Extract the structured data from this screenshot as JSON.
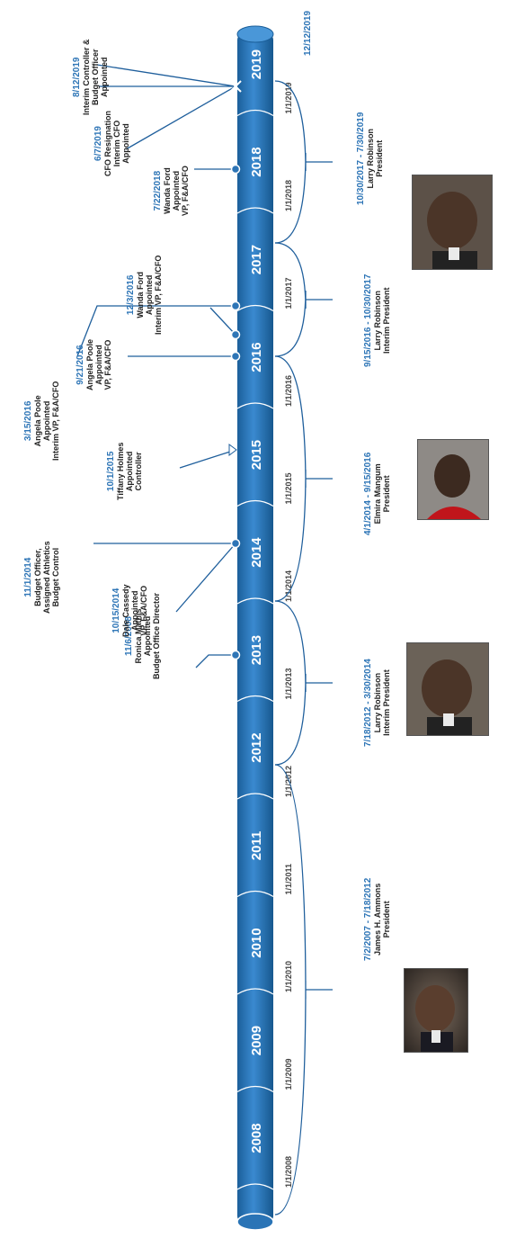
{
  "years": [
    "2008",
    "2009",
    "2010",
    "2011",
    "2012",
    "2013",
    "2014",
    "2015",
    "2016",
    "2017",
    "2018",
    "2019"
  ],
  "end_date": "12/12/2019",
  "boundary_dates": [
    "1/1/2008",
    "1/1/2009",
    "1/1/2010",
    "1/1/2011",
    "1/1/2012",
    "1/1/2013",
    "1/1/2014",
    "1/1/2015",
    "1/1/2016",
    "1/1/2017",
    "1/1/2018",
    "1/1/2019"
  ],
  "events": [
    {
      "date": "11/6/2008",
      "text": [
        "Ronica Mathis",
        "Appointed",
        "Budget Office Director"
      ]
    },
    {
      "date": "10/15/2014",
      "text": [
        "Dale Cassedy",
        "Appointed",
        "VP, F&A/CFO"
      ]
    },
    {
      "date": "11/1/2014",
      "text": [
        "Budget Officer,",
        "Assigned Athletics",
        "Budget Control"
      ]
    },
    {
      "date": "10/1/2015",
      "text": [
        "Tiffany Holmes",
        "Appointed",
        "Controller"
      ]
    },
    {
      "date": "3/15/2016",
      "text": [
        "Angela Poole",
        "Appointed",
        "Interim VP, F&A/CFO"
      ]
    },
    {
      "date": "9/21/2016",
      "text": [
        "Angela Poole",
        "Appointed",
        "VP, F&A/CFO"
      ]
    },
    {
      "date": "12/3/2016",
      "text": [
        "Wanda Ford",
        "Appointed",
        "Interim VP, F&A/CFO"
      ]
    },
    {
      "date": "7/22/2018",
      "text": [
        "Wanda Ford",
        "Appointed",
        "VP, F&A/CFO"
      ]
    },
    {
      "date": "6/7/2019",
      "text": [
        "CFO Resignation",
        "Interim CFO",
        "Appointed"
      ]
    },
    {
      "date": "8/12/2019",
      "text": [
        "Interim Controller &",
        "Budget Officer",
        "Appointed"
      ]
    }
  ],
  "presidents": [
    {
      "dates": "7/2/2007 - 7/18/2012",
      "name": "James H. Ammons",
      "role": "President"
    },
    {
      "dates": "7/18/2012 - 3/30/2014",
      "name": "Larry Robinson",
      "role": "Interim President"
    },
    {
      "dates": "4/1/2014 - 9/15/2016",
      "name": "Elmira Mangum",
      "role": "President"
    },
    {
      "dates": "9/15/2016 - 10/30/2017",
      "name": "Larry Robinson",
      "role": "Interim President"
    },
    {
      "dates": "10/30/2017 - 7/30/2019",
      "name": "Larry Robinson",
      "role": "President"
    }
  ]
}
